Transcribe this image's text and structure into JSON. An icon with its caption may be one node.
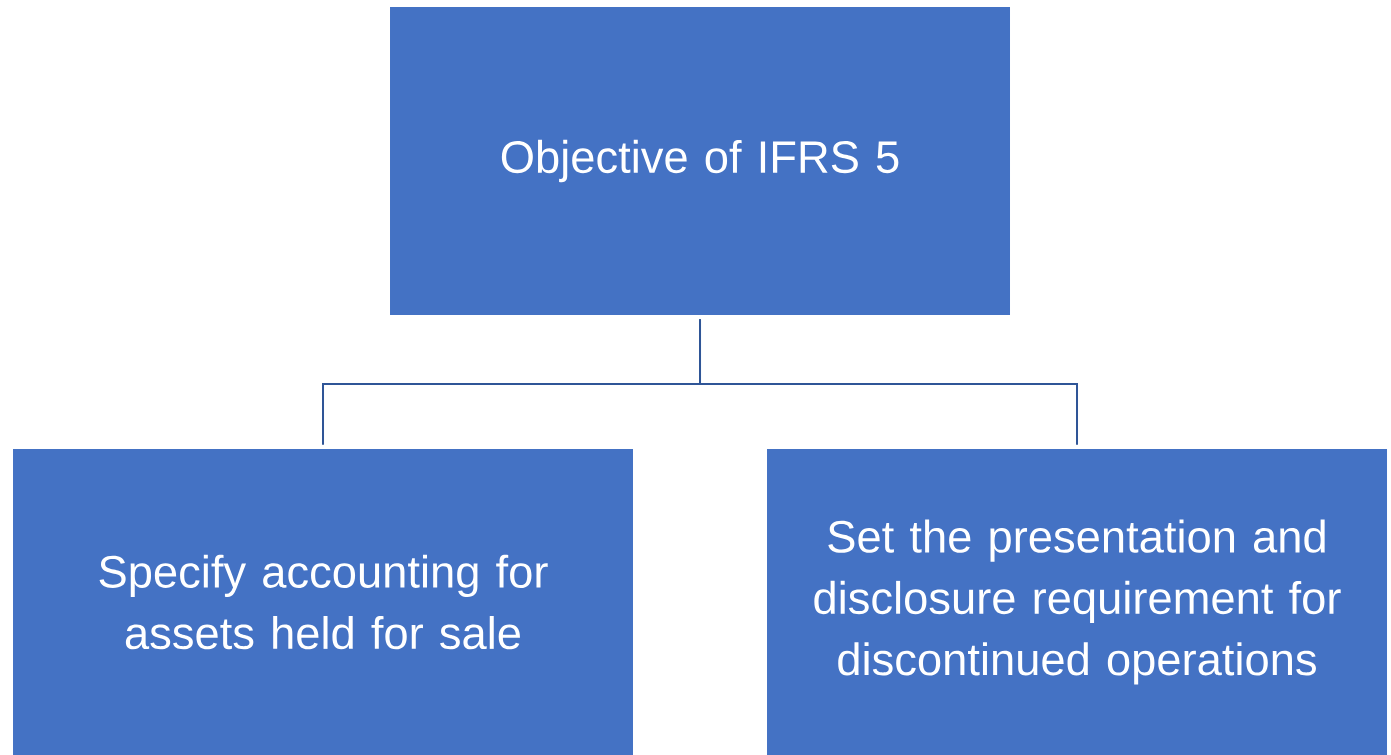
{
  "diagram": {
    "nodes": [
      {
        "text": [
          "Objective of IFRS 5"
        ]
      },
      {
        "text": [
          "Specify accounting for assets held for sale"
        ]
      },
      {
        "text": [
          "Set the presentation and disclosure requirement for discontinued operations"
        ]
      }
    ],
    "edges": [
      {
        "from": 0,
        "to": 1,
        "arrow": "none"
      },
      {
        "from": 0,
        "to": 2,
        "arrow": "none"
      }
    ]
  }
}
